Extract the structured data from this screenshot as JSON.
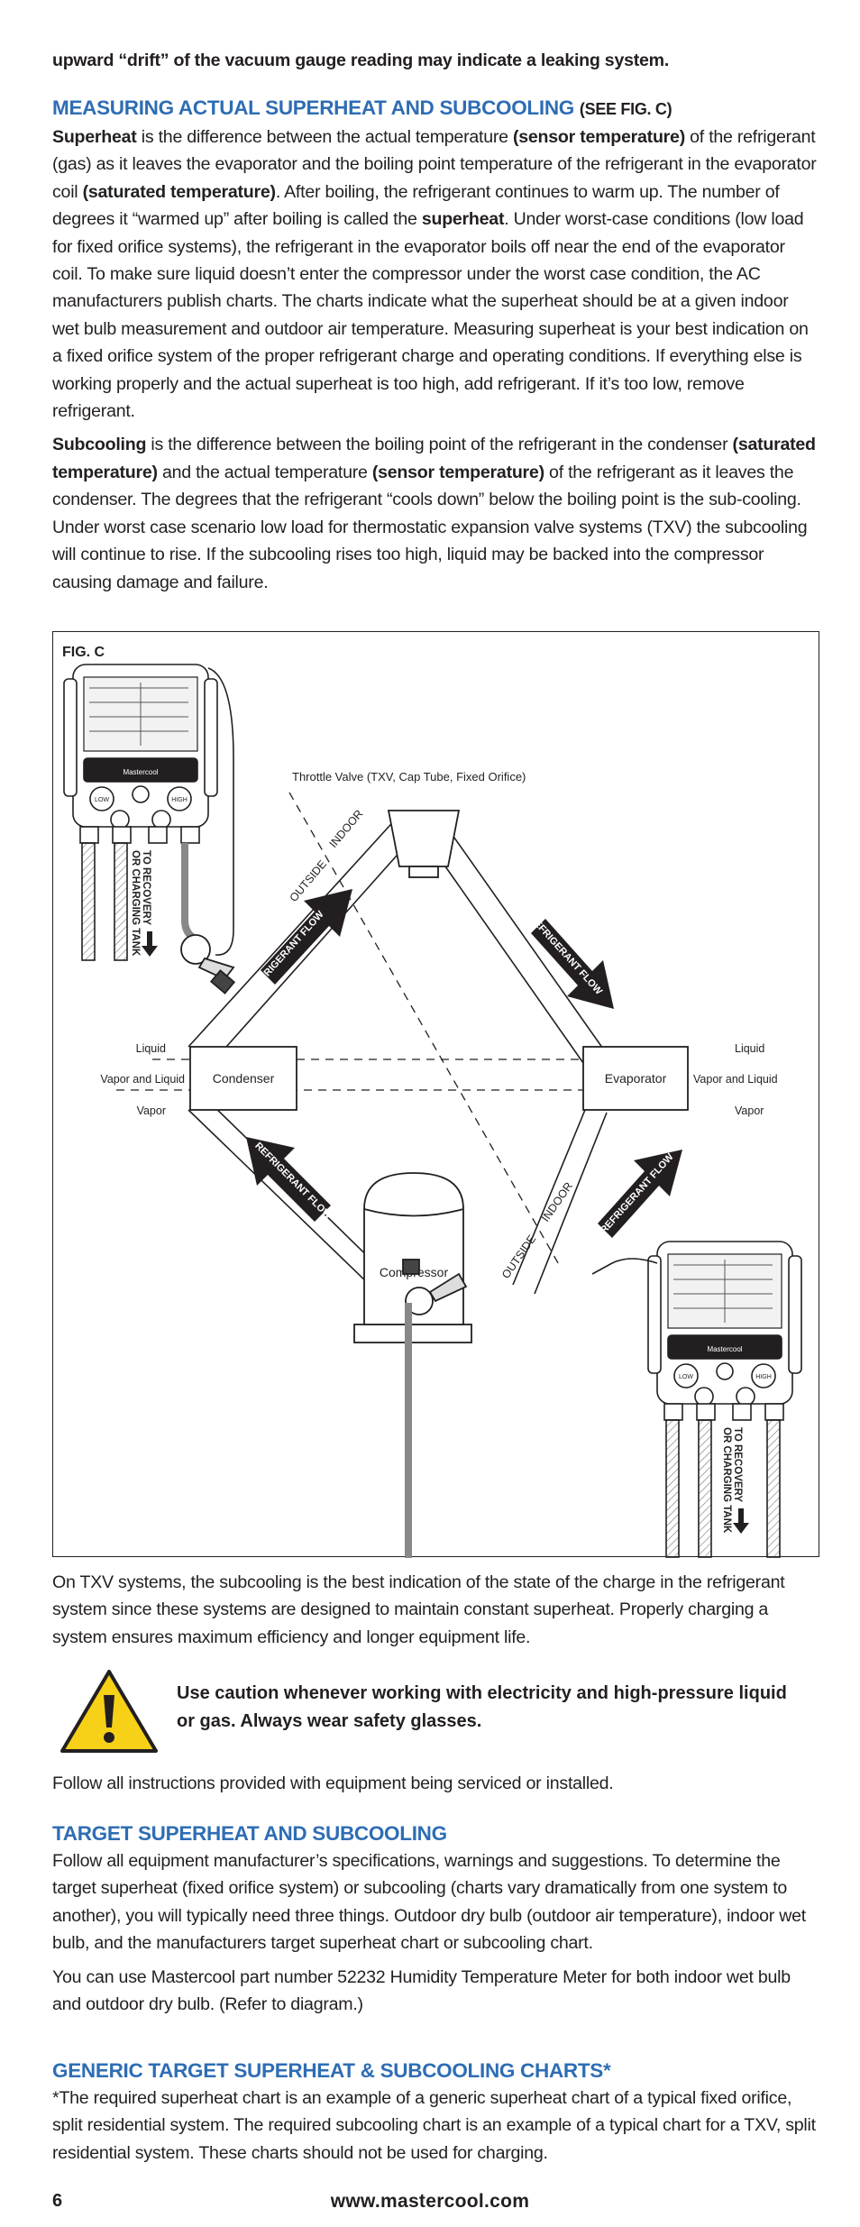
{
  "intro": {
    "drift": "upward “drift” of the vacuum gauge reading may indicate a leaking system."
  },
  "measuring": {
    "heading": "MEASURING ACTUAL SUPERHEAT AND SUBCOOLING",
    "see_fig": "(SEE FIG. C)",
    "superheat": {
      "t1": "Superheat",
      "t2": " is the difference between the actual temperature ",
      "t3": "(sensor temperature)",
      "t4": " of the refrigerant (gas) as it leaves the evaporator and the boiling point temperature of the refrigerant in the evaporator coil ",
      "t5": "(saturated temperature)",
      "t6": ".  After boiling, the refrigerant continues to warm up. The number of degrees it “warmed up” after boiling is called the ",
      "t7": "superheat",
      "t8": ". Under worst-case conditions (low load for fixed orifice systems), the refrigerant in the evaporator boils off near the end of the evaporator coil. To make sure liquid doesn’t enter the compressor under the worst case condition, the AC manufacturers publish charts. The charts indicate what the superheat should be at a given indoor wet bulb measurement and outdoor air temperature. Measuring superheat is your best indication on a fixed orifice system of the proper refrigerant charge and operating conditions. If everything else is working properly and the actual superheat is too high, add refrigerant. If it’s too low, remove refrigerant."
    },
    "subcooling": {
      "t1": "Subcooling",
      "t2": " is the difference between the boiling point of the refrigerant in the condenser ",
      "t3": "(saturated temperature)",
      "t4": " and the actual temperature ",
      "t5": "(sensor temperature)",
      "t6": " of the refrigerant as it leaves the condenser. The degrees that the refrigerant “cools down” below the boiling point is the sub-cooling. Under worst case scenario low load for thermostatic expansion valve systems (TXV) the subcooling will continue to rise. If the subcooling rises too high, liquid may be backed into the compressor causing damage and failure."
    }
  },
  "figure": {
    "label": "FIG. C",
    "throttle_valve": "Throttle Valve (TXV, Cap Tube, Fixed Orifice)",
    "condenser": "Condenser",
    "evaporator": "Evaporator",
    "compressor": "Compressor",
    "liquid": "Liquid",
    "vapor_and_liquid": "Vapor and Liquid",
    "vapor": "Vapor",
    "refrigerant_flow": "REFRIGERANT FLOW",
    "outside": "OUTSIDE",
    "indoor": "INDOOR",
    "recovery_line1": "TO RECOVERY",
    "recovery_line2": "OR CHARGING TANK",
    "brand": "Mastercool",
    "low": "LOW",
    "high": "HIGH"
  },
  "txv_note": "On TXV systems, the subcooling is the best indication of the state of the charge in the refrigerant system since these systems are designed to maintain constant superheat. Properly charging a system ensures maximum efficiency and longer equipment life.",
  "caution": "Use caution whenever working with electricity and high-pressure liquid or gas. Always wear safety glasses.",
  "follow": "Follow all instructions provided with equipment being serviced or installed.",
  "target": {
    "heading": "TARGET SUPERHEAT AND SUBCOOLING",
    "p1": "Follow all equipment manufacturer’s specifications, warnings and suggestions. To determine the target superheat (fixed orifice system) or subcooling (charts vary dramatically from one system to another), you will typically need three things. Outdoor dry bulb (outdoor air temperature), indoor wet bulb, and the manufacturers target superheat chart or subcooling chart.",
    "p2": "You can use Mastercool part number 52232 Humidity Temperature Meter for both indoor wet bulb and outdoor dry bulb. (Refer to diagram.)"
  },
  "generic": {
    "heading": "GENERIC TARGET SUPERHEAT & SUBCOOLING CHARTS*",
    "p1": "*The required superheat chart is an example of a generic superheat chart of a typical fixed orifice, split residential system. The required subcooling chart is an example of a typical chart for a TXV, split residential system. These charts should not be used for charging."
  },
  "footer": {
    "page": "6",
    "url": "www.mastercool.com"
  },
  "colors": {
    "heading_blue": "#2e6db4",
    "text": "#231f20",
    "warning_yellow": "#f7d117"
  }
}
